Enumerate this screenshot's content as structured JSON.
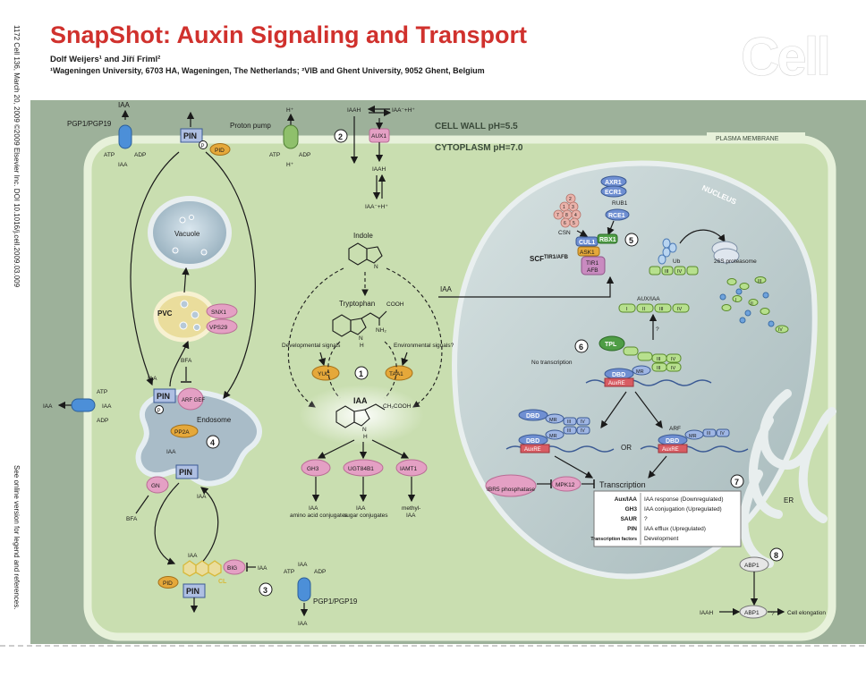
{
  "header": {
    "title": "SnapShot: Auxin Signaling and Transport",
    "authors": "Dolf Weijers¹ and Jiří Friml²",
    "affiliations": "¹Wageningen University, 6703 HA, Wageningen, The Netherlands; ²VIB and Ghent University, 9052 Ghent, Belgium",
    "logo": "Cell"
  },
  "side": {
    "citation": "1172  Cell 136, March 20, 2009 ©2009 Elsevier Inc.   DOI 10.1016/j.cell.2009.03.009",
    "online": "See online version for legend and references."
  },
  "compartments": {
    "cell_wall": "CELL WALL pH=5.5",
    "cytoplasm": "CYTOPLASM pH=7.0",
    "plasma_membrane": "PLASMA MEMBRANE",
    "nucleus": "NUCLEUS",
    "er": "ER",
    "vacuole": "Vacuole",
    "pvc": "PVC",
    "endosome": "Endosome",
    "cl": "CL"
  },
  "numbers": [
    "1",
    "2",
    "3",
    "4",
    "5",
    "6",
    "7",
    "8"
  ],
  "transport": {
    "iaa": "IAA",
    "pgp": "PGP1/PGP19",
    "atp": "ATP",
    "adp": "ADP",
    "pin": "PIN",
    "p": "P",
    "pid": "PID",
    "proton_pump": "Proton pump",
    "h": "H⁺",
    "iaah": "IAAH",
    "iaa_minus_h": "IAA⁻+H⁺",
    "aux1": "AUX1",
    "snx1": "SNX1",
    "vps29": "VPS29",
    "bfa": "BFA",
    "arf_gef": "ARF GEF",
    "pp2a": "PP2A",
    "gn": "GN",
    "big": "BIG"
  },
  "biosynthesis": {
    "indole": "Indole",
    "tryptophan": "Tryptophan",
    "cooh": "COOH",
    "nh2": "NH₂",
    "ch2cooh": "CH₂COOH",
    "n": "N",
    "h": "H",
    "dev_signals": "Developmental signals",
    "env_signals": "Environmental signals?",
    "yuc": "YUC",
    "taa1": "TAA1",
    "iaa": "IAA",
    "gh3": "GH3",
    "ugt": "UGT84B1",
    "iamt": "IAMT1",
    "amino": "amino acid conjugates",
    "sugar": "sugar conjugates",
    "methyl": "methyl-IAA",
    "methyl_1": "methyl-",
    "methyl_2": "IAA"
  },
  "nucleus_labels": {
    "axr1": "AXR1",
    "ecr1": "ECR1",
    "rub1": "RUB1",
    "rce1": "RCE1",
    "csn": "CSN",
    "cul1": "CUL1",
    "rbx1": "RBX1",
    "ask1": "ASK1",
    "tir1": "TIR1",
    "afb": "AFB",
    "scf": "SCF",
    "scf_sup": "TIR1/AFB",
    "ub": "Ub",
    "proteasome": "26S proteasome",
    "aux_iaa": "AUX/IAA",
    "q": "?",
    "no_transcription": "No transcription",
    "tpl": "TPL",
    "dbd": "DBD",
    "mr": "MR",
    "auxre": "AuxRE",
    "arf": "ARF",
    "or": "OR",
    "ibr5": "IBR5 phosphatase",
    "mpk12": "MPK12",
    "transcription": "Transcription",
    "roman": [
      "I",
      "II",
      "III",
      "IV"
    ],
    "csn_nums": [
      "2",
      "1",
      "3",
      "7",
      "8",
      "4",
      "6",
      "5"
    ]
  },
  "transcription_table": [
    {
      "gene": "Aux/IAA",
      "effect": "IAA response (Downregulated)"
    },
    {
      "gene": "GH3",
      "effect": "IAA conjugation (Upregulated)"
    },
    {
      "gene": "SAUR",
      "effect": "?"
    },
    {
      "gene": "PIN",
      "effect": "IAA efflux (Upregulated)"
    },
    {
      "gene": "Transcription factors",
      "effect": "Development"
    }
  ],
  "abp": {
    "abp1": "ABP1",
    "iaah": "IAAH",
    "q": "?",
    "elongation": "Cell elongation"
  },
  "colors": {
    "title": "#d0312d",
    "outer_bg": "#9db19a",
    "cytoplasm": "#c9deb0",
    "nucleus": "#b8c8c8",
    "pin": "#aebfe2",
    "pid": "#e5a83a",
    "pink": "#e4a0c4",
    "blue_transporter": "#4c8fd8",
    "green": "#8fc06b"
  }
}
